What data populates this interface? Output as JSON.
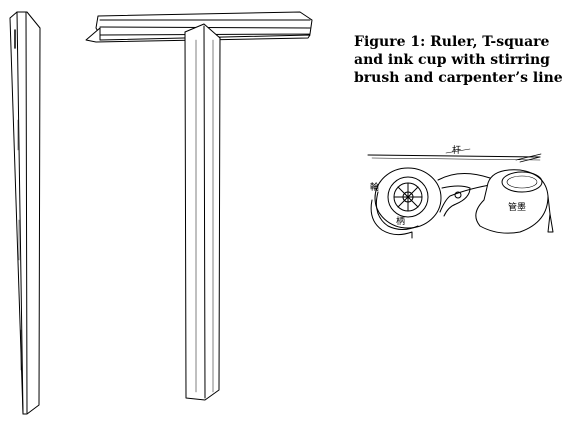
{
  "caption": {
    "lines": [
      "Figure 1: Ruler, T-square",
      "and ink cup with stirring",
      "brush and carpenter’s line"
    ]
  },
  "ink_cup_labels": {
    "top": "杆",
    "right": "管墨",
    "left": "輪",
    "bottom": "柄"
  },
  "colors": {
    "ink": "#000000",
    "background": "#ffffff"
  }
}
